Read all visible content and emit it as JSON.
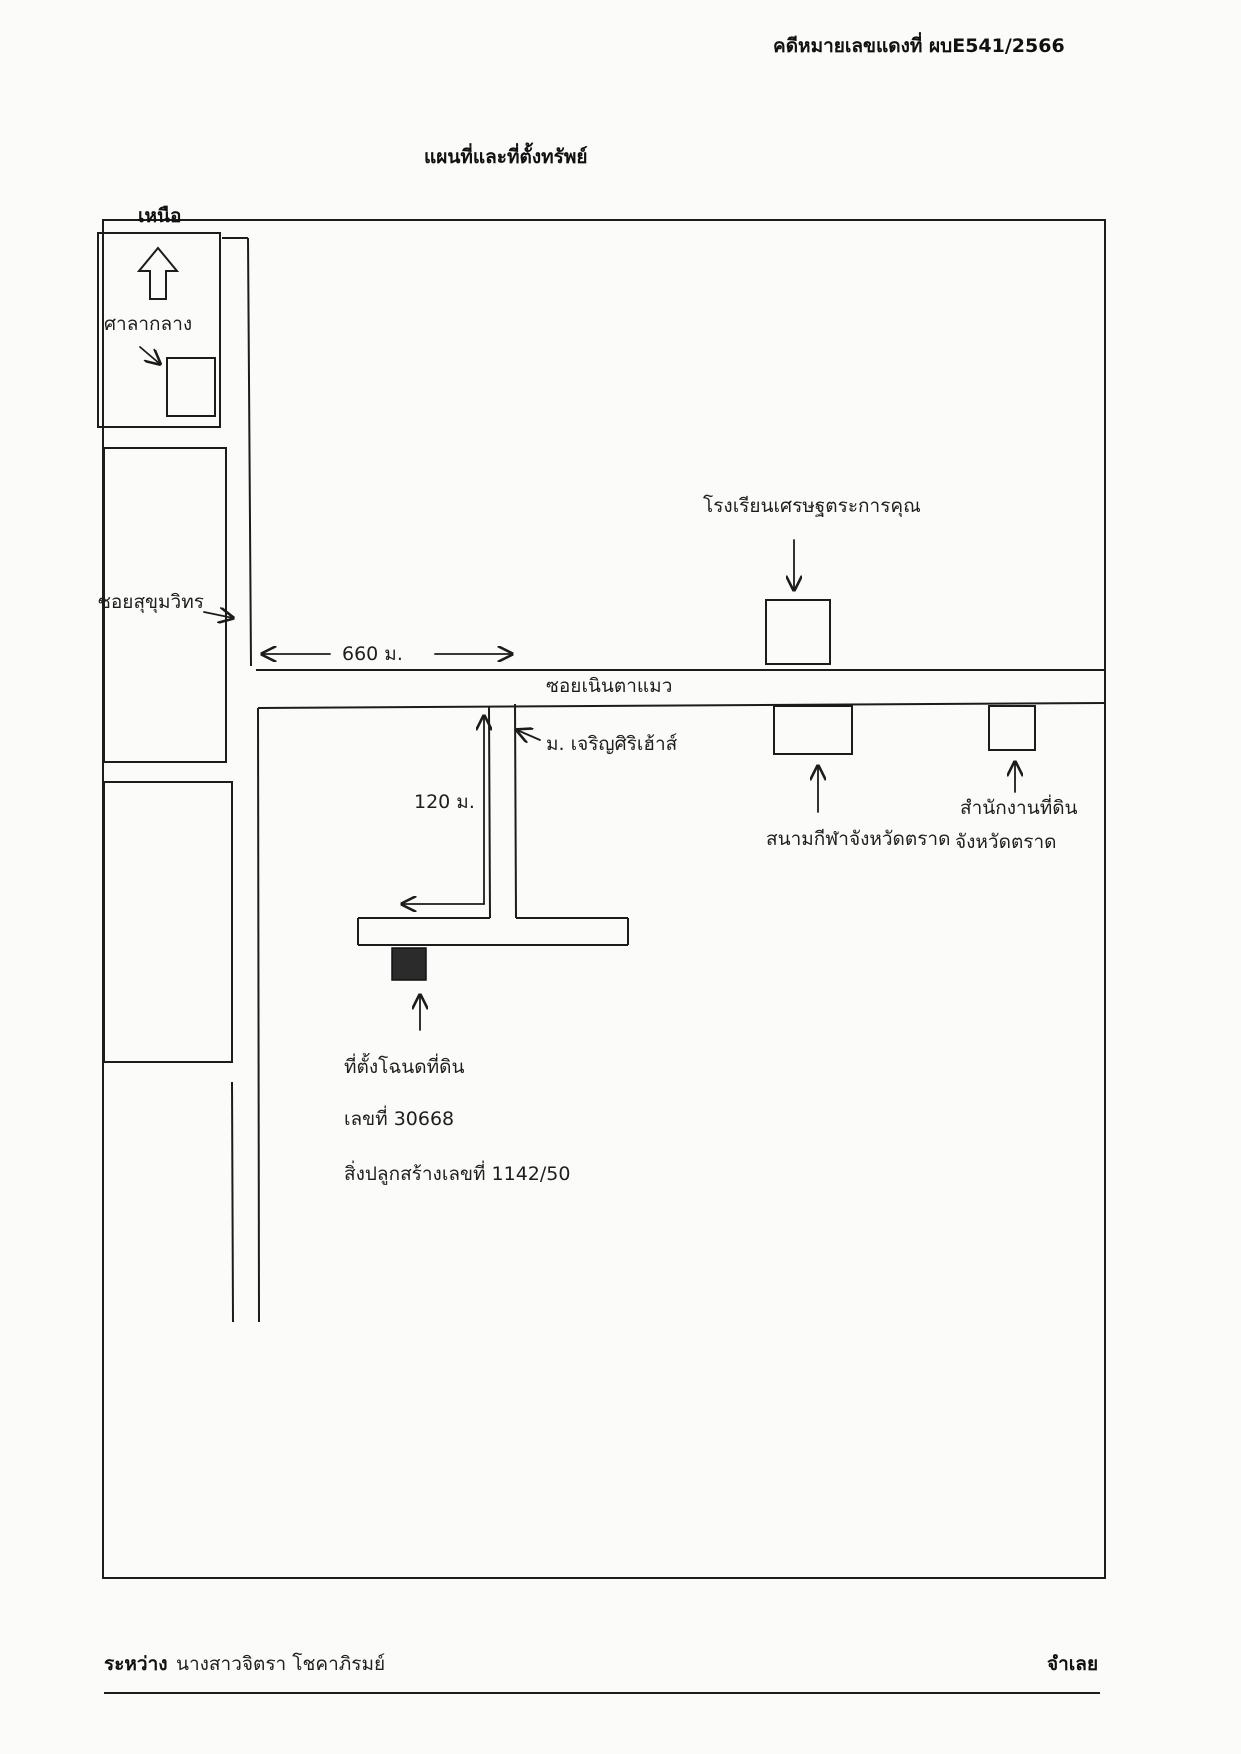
{
  "header": {
    "case_number": "คดีหมายเลขแดงที่ ผบE541/2566",
    "title": "แผนที่และที่ตั้งทรัพย์"
  },
  "map": {
    "north_label": "เหนือ",
    "landmarks": {
      "top_left": "ศาลากลาง",
      "school": "โรงเรียนเศรษฐตระการคุณ",
      "stadium": "สนามกีฬาจังหวัดตราด",
      "land_office": [
        "สำนักงานที่ดิน",
        "จังหวัดตราด"
      ],
      "village": "ม. เจริญศิริเฮ้าส์"
    },
    "roads": {
      "side_road": "ซอยสุขุมวิทร",
      "main_road": "ซอยเนินตาแมว"
    },
    "distances": {
      "along_main": "660 ม.",
      "into_village": "120 ม."
    },
    "property": {
      "lines": [
        "ที่ตั้งโฉนดที่ดิน",
        "เลขที่ 30668",
        "สิ่งปลูกสร้างเลขที่ 1142/50"
      ]
    }
  },
  "footer": {
    "between_label": "ระหว่าง",
    "party_name": "นางสาวจิตรา โชคาภิรมย์",
    "role_label": "จำเลย"
  }
}
